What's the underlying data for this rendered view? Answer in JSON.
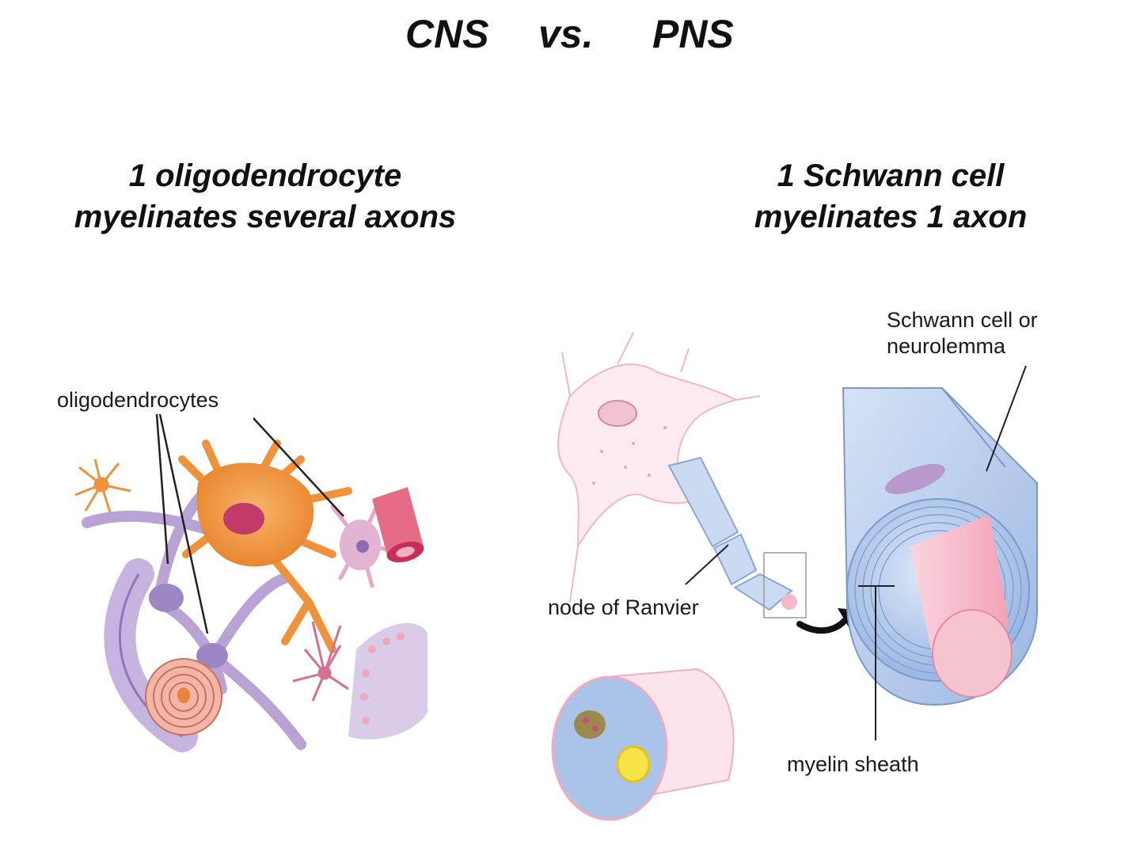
{
  "title": {
    "left": "CNS",
    "middle": "vs.",
    "right": "PNS"
  },
  "cns": {
    "heading_line1": "1 oligodendrocyte",
    "heading_line2": "myelinates several axons",
    "label": "oligodendrocytes"
  },
  "pns": {
    "heading_line1": "1 Schwann cell",
    "heading_line2": "myelinates 1 axon",
    "label_schwann_line1": "Schwann cell or",
    "label_schwann_line2": "neurolemma",
    "label_node": "node of Ranvier",
    "label_myelin": "myelin sheath"
  },
  "colors": {
    "oligodendrocyte_orange": "#f0923a",
    "glia_purple": "#b9a3d4",
    "myelin_blue": "#a9c4e8",
    "axon_pink": "#f5b8c8"
  }
}
